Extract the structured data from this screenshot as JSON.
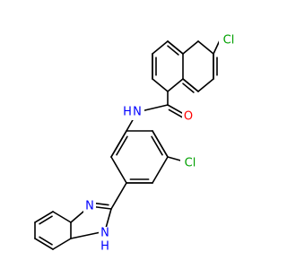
{
  "colors": {
    "bond": "#000000",
    "carbon": "#000000",
    "nitrogen": "#0000FF",
    "oxygen": "#FF0000",
    "chlorine": "#00A000"
  },
  "atoms": {
    "cl_naph": {
      "element": "Cl",
      "label": "Cl",
      "color": "#00A000"
    },
    "o_amide": {
      "element": "O",
      "label": "O",
      "color": "#FF0000"
    },
    "n_amide": {
      "element": "N",
      "label": "N",
      "hydrogen": "H",
      "color": "#0000FF"
    },
    "cl_phenyl": {
      "element": "Cl",
      "label": "Cl",
      "color": "#00A000"
    },
    "n_imidazole": {
      "element": "N",
      "label": "N",
      "color": "#0000FF"
    },
    "nh_imidazole": {
      "element": "N",
      "label": "N",
      "hydrogen": "H",
      "color": "#0000FF"
    }
  }
}
